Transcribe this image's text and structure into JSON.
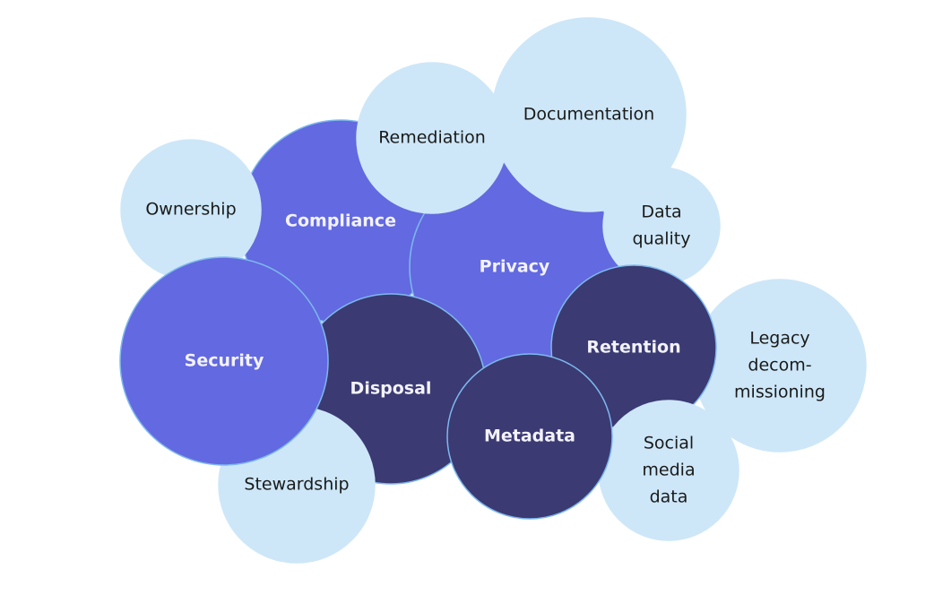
{
  "colors": {
    "light": "#cde7f8",
    "mid": "#6369e0",
    "dark": "#3b3a73",
    "stroke": "#7db9ee"
  },
  "bubbles": [
    {
      "id": "compliance",
      "lines": [
        "Compliance"
      ],
      "tone": "mid"
    },
    {
      "id": "privacy",
      "lines": [
        "Privacy"
      ],
      "tone": "mid"
    },
    {
      "id": "ownership",
      "lines": [
        "Ownership"
      ],
      "tone": "light"
    },
    {
      "id": "remediation",
      "lines": [
        "Remediation"
      ],
      "tone": "light"
    },
    {
      "id": "documentation",
      "lines": [
        "Documentation"
      ],
      "tone": "light"
    },
    {
      "id": "data-quality",
      "lines": [
        "Data",
        "quality"
      ],
      "tone": "light"
    },
    {
      "id": "legacy",
      "lines": [
        "Legacy",
        "decom-",
        "missioning"
      ],
      "tone": "light"
    },
    {
      "id": "retention",
      "lines": [
        "Retention"
      ],
      "tone": "dark"
    },
    {
      "id": "social-media",
      "lines": [
        "Social",
        "media",
        "data"
      ],
      "tone": "light"
    },
    {
      "id": "disposal",
      "lines": [
        "Disposal"
      ],
      "tone": "dark"
    },
    {
      "id": "stewardship",
      "lines": [
        "Stewardship"
      ],
      "tone": "light"
    },
    {
      "id": "security",
      "lines": [
        "Security"
      ],
      "tone": "mid"
    },
    {
      "id": "metadata",
      "lines": [
        "Metadata"
      ],
      "tone": "dark"
    }
  ]
}
